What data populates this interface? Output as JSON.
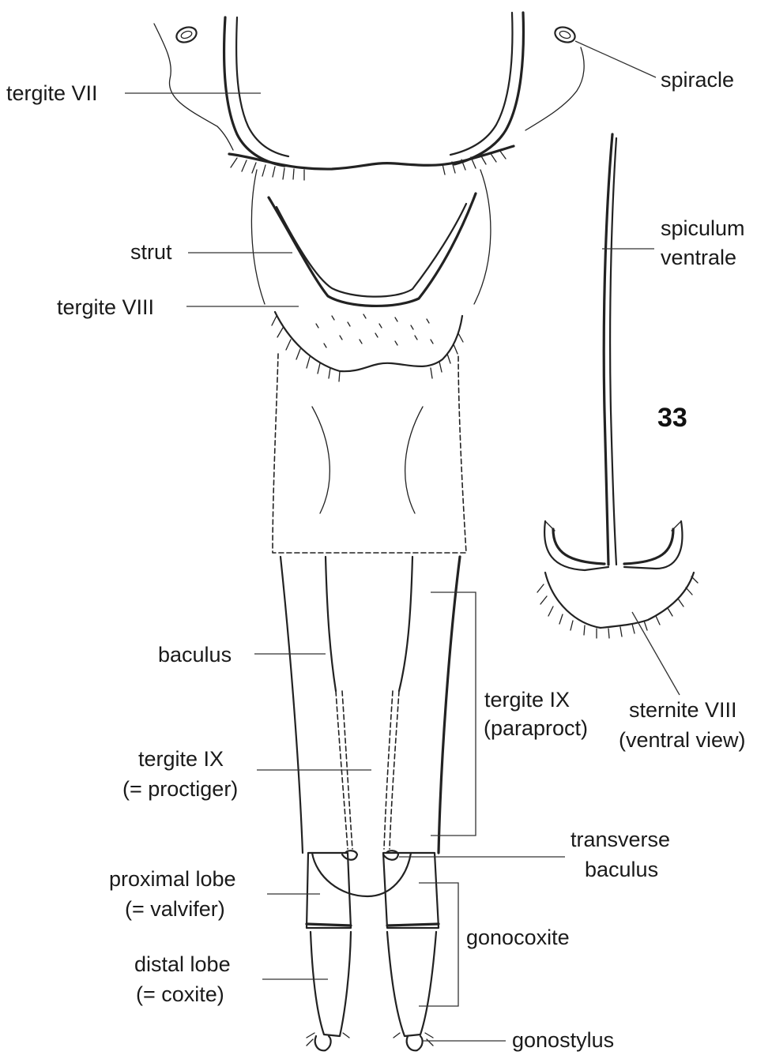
{
  "figure": {
    "number": "33",
    "labels": {
      "tergite_vii": "tergite VII",
      "spiracle": "spiracle",
      "strut": "strut",
      "tergite_viii": "tergite VIII",
      "spiculum_line1": "spiculum",
      "spiculum_line2": "ventrale",
      "baculus": "baculus",
      "tergite_ix_paraproct_line1": "tergite IX",
      "tergite_ix_paraproct_line2": "(paraproct)",
      "sternite_viii_line1": "sternite VIII",
      "sternite_viii_line2": "(ventral view)",
      "tergite_ix_proctiger_line1": "tergite IX",
      "tergite_ix_proctiger_line2": "(= proctiger)",
      "transverse_baculus_line1": "transverse",
      "transverse_baculus_line2": "baculus",
      "proximal_lobe_line1": "proximal lobe",
      "proximal_lobe_line2": "(= valvifer)",
      "gonocoxite": "gonocoxite",
      "distal_lobe_line1": "distal lobe",
      "distal_lobe_line2": "(= coxite)",
      "gonostylus": "gonostylus"
    }
  }
}
